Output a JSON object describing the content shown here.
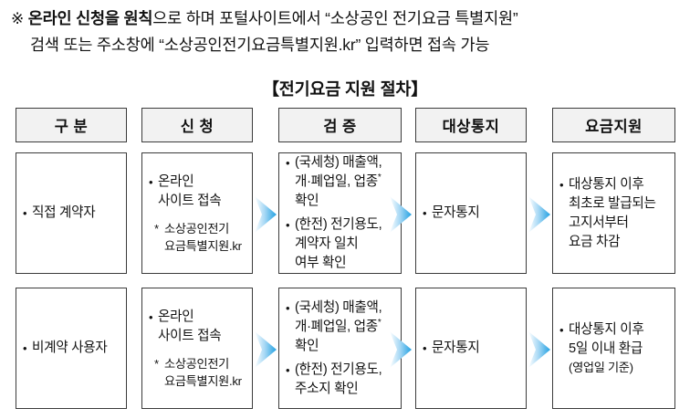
{
  "note": {
    "mark": "※",
    "line1_bold": "온라인 신청을 원칙",
    "line1_rest": "으로 하며 포털사이트에서 “소상공인 전기요금 특별지원”",
    "line2": "검색 또는 주소창에 “소상공인전기요금특별지원.kr” 입력하면 접속 가능"
  },
  "diagram": {
    "title": "【전기요금 지원 절차】",
    "headers": [
      {
        "label": "구 분"
      },
      {
        "label": "신 청"
      },
      {
        "label": "검 증"
      },
      {
        "label": "대상통지"
      },
      {
        "label": "요금지원"
      }
    ],
    "rows": [
      {
        "category": "직접 계약자",
        "application": {
          "bullet": "온라인\n사이트 접속",
          "star": "*",
          "sub": "소상공인전기\n요금특별지원.kr"
        },
        "verification": [
          {
            "text_before": "(국세청) 매출액,\n개·폐업일, 업종",
            "has_star": true,
            "text_after": "\n확인"
          },
          {
            "text_before": "(한전) 전기용도,\n계약자 일치\n여부 확인",
            "has_star": false,
            "text_after": ""
          }
        ],
        "notification": "문자통지",
        "support": {
          "bullet": "대상통지 이후\n최초로 발급되는\n고지서부터\n요금 차감",
          "note": ""
        }
      },
      {
        "category": "비계약 사용자",
        "application": {
          "bullet": "온라인\n사이트 접속",
          "star": "*",
          "sub": "소상공인전기\n요금특별지원.kr"
        },
        "verification": [
          {
            "text_before": "(국세청) 매출액,\n개·폐업일, 업종",
            "has_star": true,
            "text_after": "\n확인"
          },
          {
            "text_before": "(한전) 전기용도,\n주소지 확인",
            "has_star": false,
            "text_after": ""
          }
        ],
        "notification": "문자통지",
        "support": {
          "bullet": "대상통지 이후\n5일 이내 환급",
          "note": "(영업일 기준)"
        }
      }
    ],
    "bullet_glyph": "•",
    "arrow_label": "process-arrow"
  },
  "colors": {
    "header_fill": "#f2f2f2",
    "border": "#3b3b3b",
    "text": "#111111",
    "arrow_light": "#ffffff",
    "arrow_mid": "#9ed2f3",
    "arrow_dark": "#29a3e0"
  }
}
